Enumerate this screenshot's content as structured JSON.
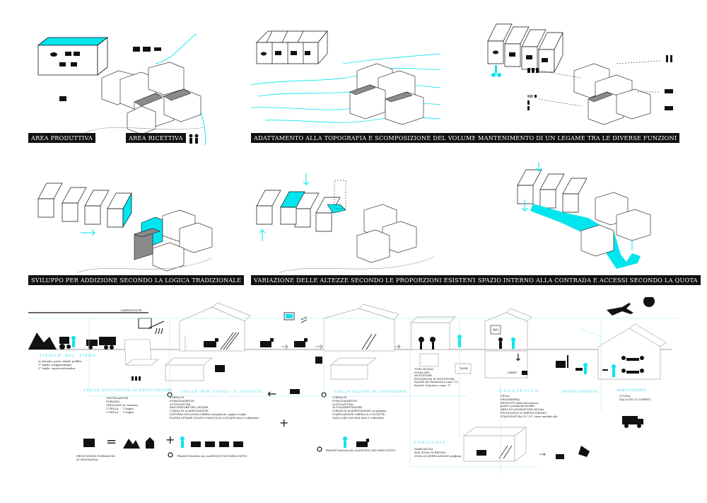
{
  "colors": {
    "accent": "#00e5ee",
    "ink": "#111111",
    "line": "#bbbbbb",
    "shade": "#8a8a8a"
  },
  "panels": [
    {
      "caption_left": "AREA PRODUTTIVA",
      "caption_right": "AREA RICETTIVA"
    },
    {
      "caption": "ADATTAMENTO ALLA TOPOGRAFIA E SCOMPOSIZIONE DEL VOLUME"
    },
    {
      "caption": "MANTENIMENTO DI UN LEGAME TRA LE DIVERSE FUNZIONI"
    },
    {
      "caption": "SVILUPPO PER ADDIZIONE SECONDO LA LOGICA TRADIZIONALE"
    },
    {
      "caption": "VARIAZIONE DELLE ALTEZZE SECONDO LE PROPORZIONI ESISTENTI"
    },
    {
      "caption": "SPAZIO INTERNO ALLA CONTRADA E ACCESSI SECONDO LA QUOTA"
    }
  ],
  "flow": {
    "carroponte": "CARROPONTE",
    "wc": "WC",
    "tank": "TANK",
    "fienile_title": "FIENILE  DEL  FIENO",
    "fienile_text": "in azienda, prato stabile polifita\n1° taglio: maggio/giugno\n2° taglio: agosto/settembre",
    "stalla_stoccaggio_title": "STALLA STOCCAGGIO ad ESSICCAZIONE",
    "stalla_stoccaggio_text": "VENTILAZIONE\nFORZATA\nGRIGLIATO in cemento\n1°ZELLA  -  1°taglio\n2°ZELLA  -  2°taglio",
    "stalla_box_title": "STALLA  BOX  VITELLI  E  ASCIUTTE",
    "stalla_box_text": "CORSIA DI\nFORAGGIAMENTO\nAUTOCATTURA\nRASCHIATORE DEL LETAME\nCORSIA DI ALIMENTAZIONE\nLETTIERA INCLINATA LIBERA autopulente, paglia e foglie\nPLATEA LETAME SOLIDO E RACCOLTA LIQUAMI mesi 6 coibentata",
    "stalla_vacche_title": "STALLA VACCHE IN LATTAZIONE",
    "stalla_vacche_text": "CORSIA DI\nFORAGGIAMENTO\nAUTOCATTURA\nAUTOALIMENTATORE\nCORSIA DI ALIMENTAZIONE su grigliato\nSTABULAZIONE LIBERA IN CUCCETTE\nVASCA DEI LIQUAMI mesi 6 coibentata",
    "mungitura_text": "TUBO del latte\nFOSSA DEL\nMUNGITORE\nPOSTAZIONE DI MUNGITURA\nKg latte per lattazione a capo: 5.0\nKg latte al giorno a capo: 17",
    "caseificio_title": "CASEIFICIO",
    "caseificio_text": "CELLA\nFRIGORIFERA\nPRODOTTO della lavorazione\npareti e pavimenti lavabili\nAREA DI LAVORAZIONE del latte\nSPOGLIATOIO E SERVIZI IGIENICI\nSTAGIONATURA 10°-15°, tasso umidità alto",
    "vendita_title": "PUNTO VENDITA",
    "agriturismo_title": "AGRITURISMO",
    "agriturismo_text": "CUCINA\nSALA CON 30 COPERTI",
    "porcilaia_title": "PORCILAIA",
    "porcilaia_text": "MARCIATOIA\nBOX ZONA DI RIPOSO\nZONA DI DEFECAZIONE grigliato",
    "siero_label": "SIERO",
    "produzione_label": "PRODUZIONE FORMAGGIO\nDI MONTAGNA",
    "transumanza_1": "TRANSUMANZA ALL'ALPEGGIO NEI MESI ESTIVI",
    "transumanza_2": "TRANSUMANZA ALL'ALPEGGIO NEI MESI ESTIVI"
  }
}
